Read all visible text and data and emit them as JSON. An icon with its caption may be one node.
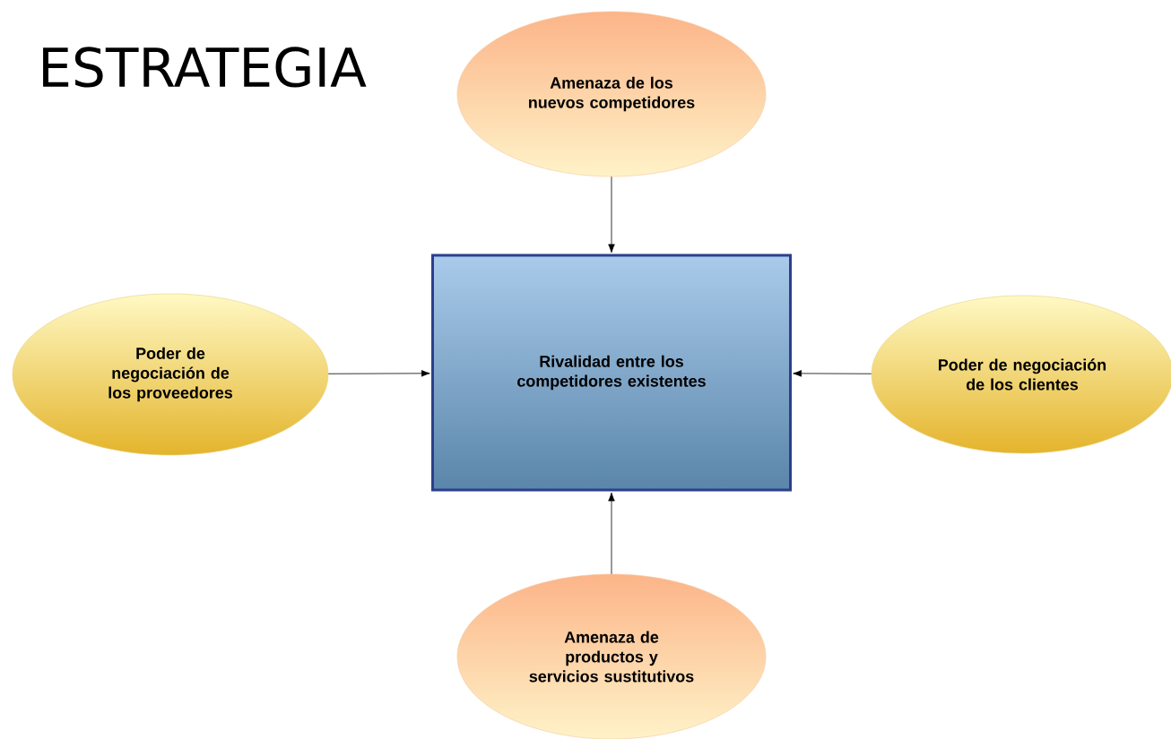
{
  "diagram": {
    "title": "ESTRATEGIA",
    "nodes": [
      {
        "text": [
          "Amenaza de los nuevos competidores"
        ]
      },
      {
        "text": [
          "Poder de negociación de los proveedores"
        ]
      },
      {
        "text": [
          "Rivalidad entre los competidores existentes"
        ]
      },
      {
        "text": [
          "Poder de negociación de los clientes"
        ]
      },
      {
        "text": [
          "Amenaza de productos y servicios sustitutivos"
        ]
      }
    ],
    "edges": [
      {
        "from": 0,
        "to": 2,
        "arrow": "to"
      },
      {
        "from": 1,
        "to": 2,
        "arrow": "to"
      },
      {
        "from": 3,
        "to": 2,
        "arrow": "to"
      },
      {
        "from": 4,
        "to": 2,
        "arrow": "to"
      }
    ]
  }
}
